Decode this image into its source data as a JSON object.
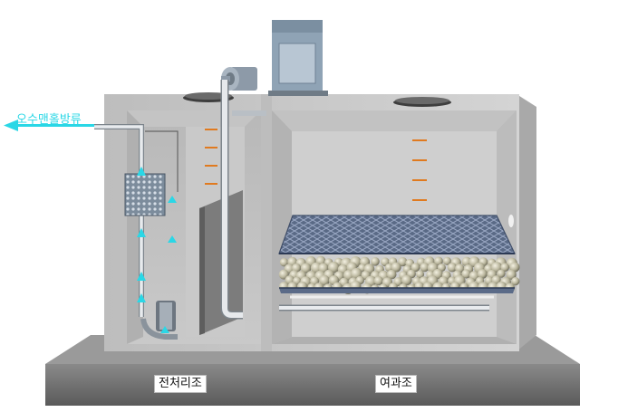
{
  "labels": {
    "outflow": "오수맨홀방류",
    "pretreatment_tank": "전처리조",
    "filtration_tank": "여과조"
  },
  "colors": {
    "flow_arrow": "#2ad7e6",
    "concrete": "#c6c6c6",
    "base": "#6e6e6e",
    "pipe": "#d8dde2",
    "control_box": "#8fa3b5"
  }
}
